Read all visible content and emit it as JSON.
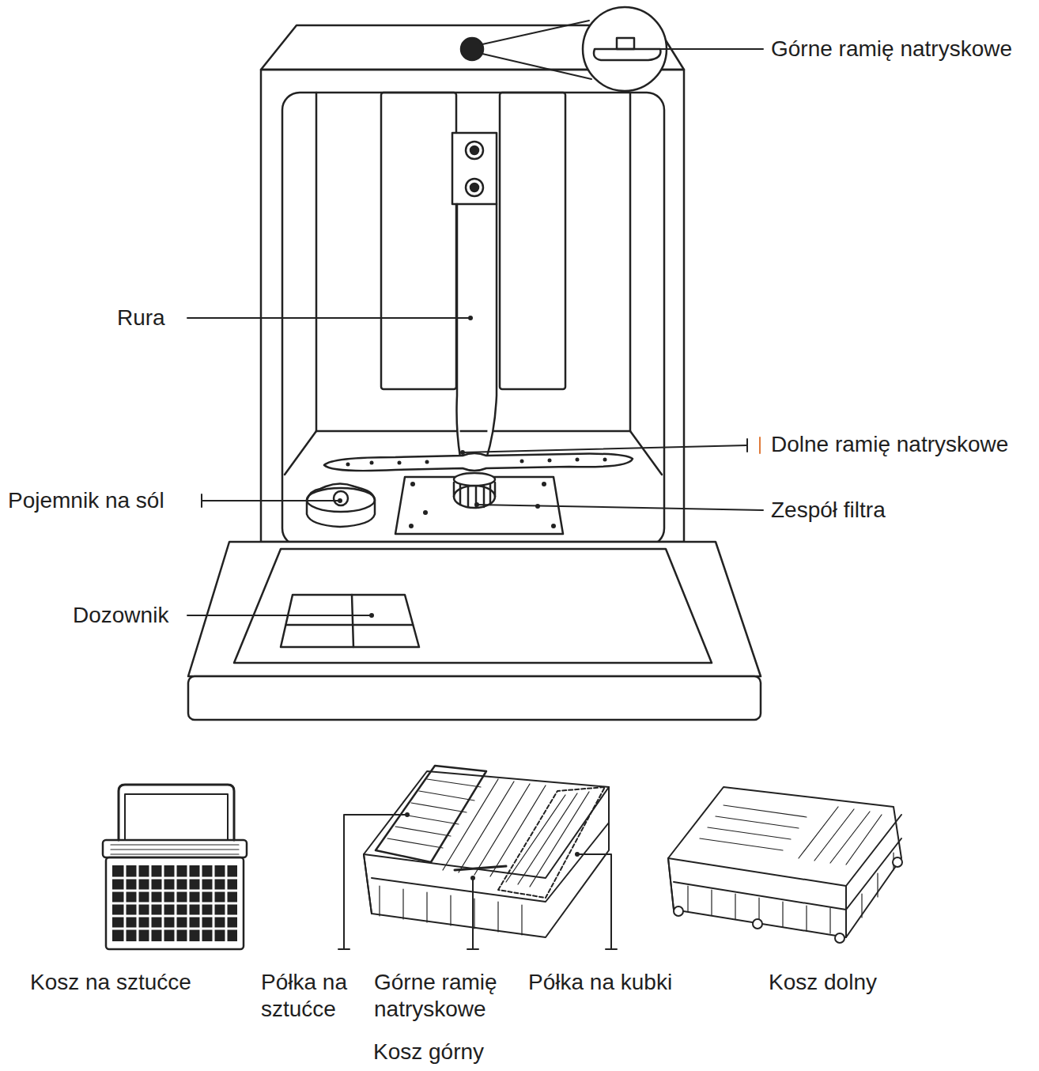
{
  "diagram": {
    "labels": [
      "Górne ramię natryskowe",
      "Rura",
      "Dolne ramię natryskowe",
      "Pojemnik na sól",
      "Zespół filtra",
      "Dozownik",
      "Kosz na sztućce",
      "Półka na sztućce",
      "Górne ramię natryskowe",
      "Półka na kubki",
      "Kosz dolny",
      "Kosz górny"
    ]
  }
}
